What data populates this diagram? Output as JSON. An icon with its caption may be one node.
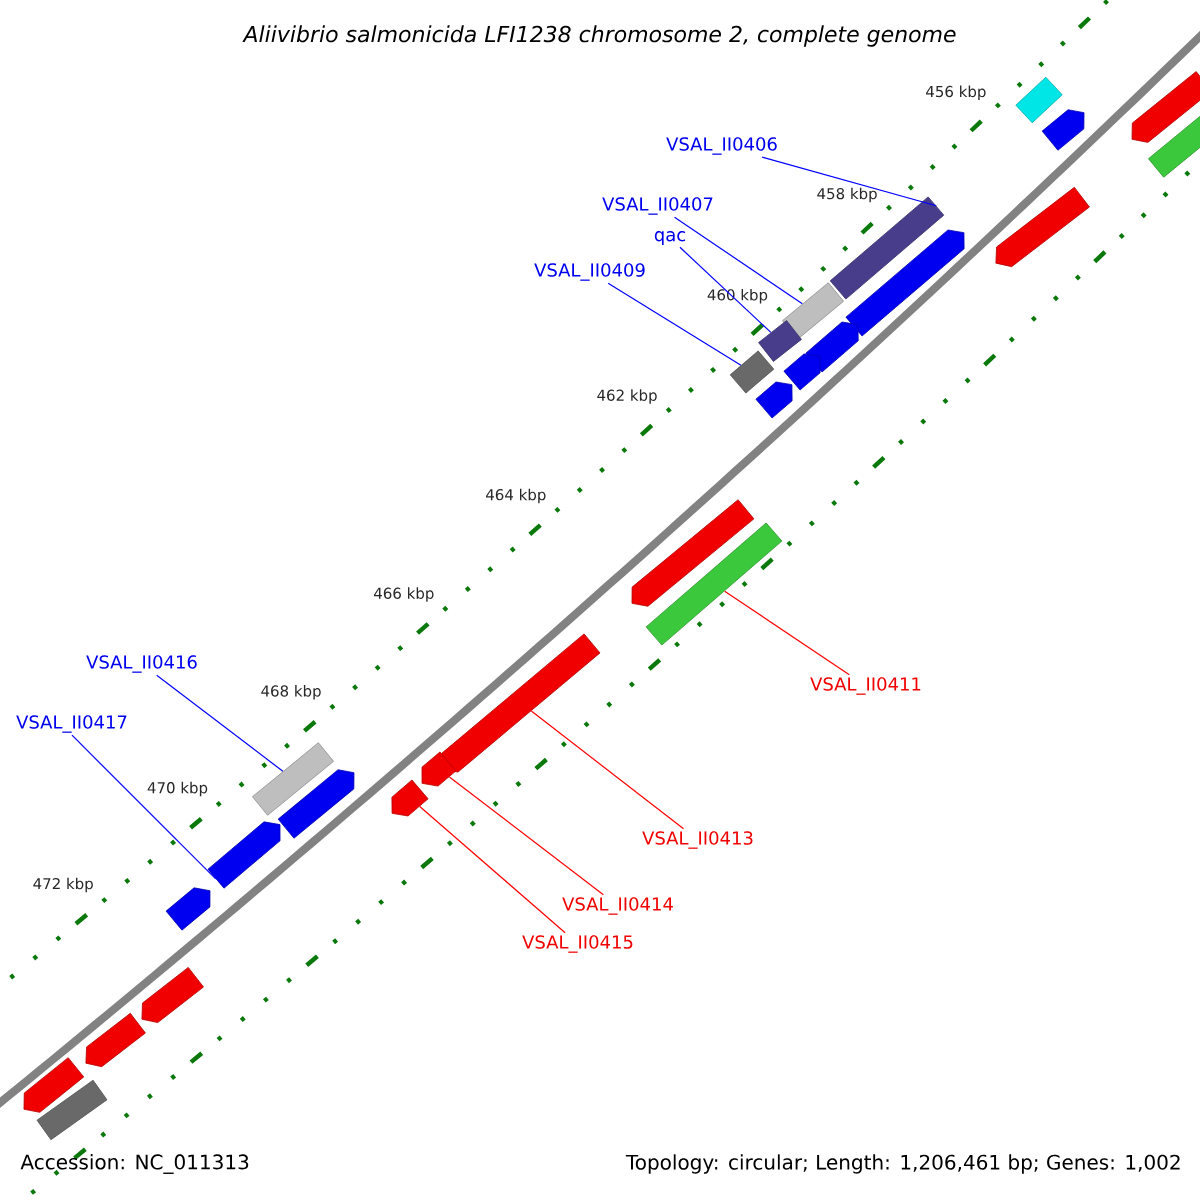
{
  "diagram": {
    "title": "Aliivibrio salmonicida LFI1238 chromosome 2, complete genome",
    "nodes": [
      {
        "text": [
          "VSAL_II0406"
        ]
      },
      {
        "text": [
          "VSAL_II0407"
        ]
      },
      {
        "text": [
          "qac"
        ]
      },
      {
        "text": [
          "VSAL_II0409"
        ]
      },
      {
        "text": [
          "VSAL_II0411"
        ]
      },
      {
        "text": [
          "VSAL_II0413"
        ]
      },
      {
        "text": [
          "VSAL_II0414"
        ]
      },
      {
        "text": [
          "VSAL_II0415"
        ]
      },
      {
        "text": [
          "VSAL_II0416"
        ]
      },
      {
        "text": [
          "VSAL_II0417"
        ]
      },
      {
        "text": [],
        "shape": "bar"
      },
      {
        "text": [],
        "shape": "pentagon"
      },
      {
        "text": [],
        "shape": "pentagon"
      },
      {
        "text": [],
        "shape": "bar"
      },
      {
        "text": [],
        "shape": "bar"
      },
      {
        "text": [],
        "shape": "pentagon"
      },
      {
        "text": [],
        "shape": "pentagon"
      },
      {
        "text": [],
        "shape": "bar"
      },
      {
        "text": [],
        "shape": "bar"
      },
      {
        "text": [],
        "shape": "pentagon"
      },
      {
        "text": [],
        "shape": "pentagon"
      },
      {
        "text": [],
        "shape": "bar"
      },
      {
        "text": [],
        "shape": "pentagon"
      },
      {
        "text": [],
        "shape": "pentagon"
      },
      {
        "text": [],
        "shape": "bar"
      },
      {
        "text": [],
        "shape": "pentagon"
      },
      {
        "text": [],
        "shape": "bar"
      },
      {
        "text": [],
        "shape": "pentagon"
      },
      {
        "text": [],
        "shape": "pentagon"
      },
      {
        "text": [],
        "shape": "pentagon"
      },
      {
        "text": [],
        "shape": "pentagon"
      },
      {
        "text": [],
        "shape": "pentagon"
      },
      {
        "text": [],
        "shape": "pentagon"
      },
      {
        "text": [],
        "shape": "pentagon"
      },
      {
        "text": [],
        "shape": "pentagon"
      },
      {
        "text": [],
        "shape": "bar"
      }
    ],
    "edges": [
      {
        "from": 0,
        "to": 14,
        "arrow": "none",
        "color": "#0000ff"
      },
      {
        "from": 1,
        "to": 17,
        "arrow": "none",
        "color": "#0000ff"
      },
      {
        "from": 2,
        "to": 18,
        "arrow": "none",
        "color": "#0000ff"
      },
      {
        "from": 3,
        "to": 21,
        "arrow": "none",
        "color": "#0000ff"
      },
      {
        "from": 4,
        "to": 24,
        "arrow": "none",
        "color": "#ff0000"
      },
      {
        "from": 5,
        "to": 25,
        "arrow": "none",
        "color": "#ff0000"
      },
      {
        "from": 6,
        "to": 27,
        "arrow": "none",
        "color": "#ff0000"
      },
      {
        "from": 7,
        "to": 29,
        "arrow": "none",
        "color": "#ff0000"
      },
      {
        "from": 8,
        "to": 26,
        "arrow": "none",
        "color": "#0000ff"
      },
      {
        "from": 9,
        "to": 30,
        "arrow": "none",
        "color": "#0000ff"
      }
    ],
    "labels": [
      "456 kbp",
      "458 kbp",
      "460 kbp",
      "462 kbp",
      "464 kbp",
      "466 kbp",
      "468 kbp",
      "470 kbp",
      "472 kbp",
      "Accession: NC_011313",
      "Topology: circular; Length: 1,206,461 bp; Genes: 1,002"
    ]
  }
}
